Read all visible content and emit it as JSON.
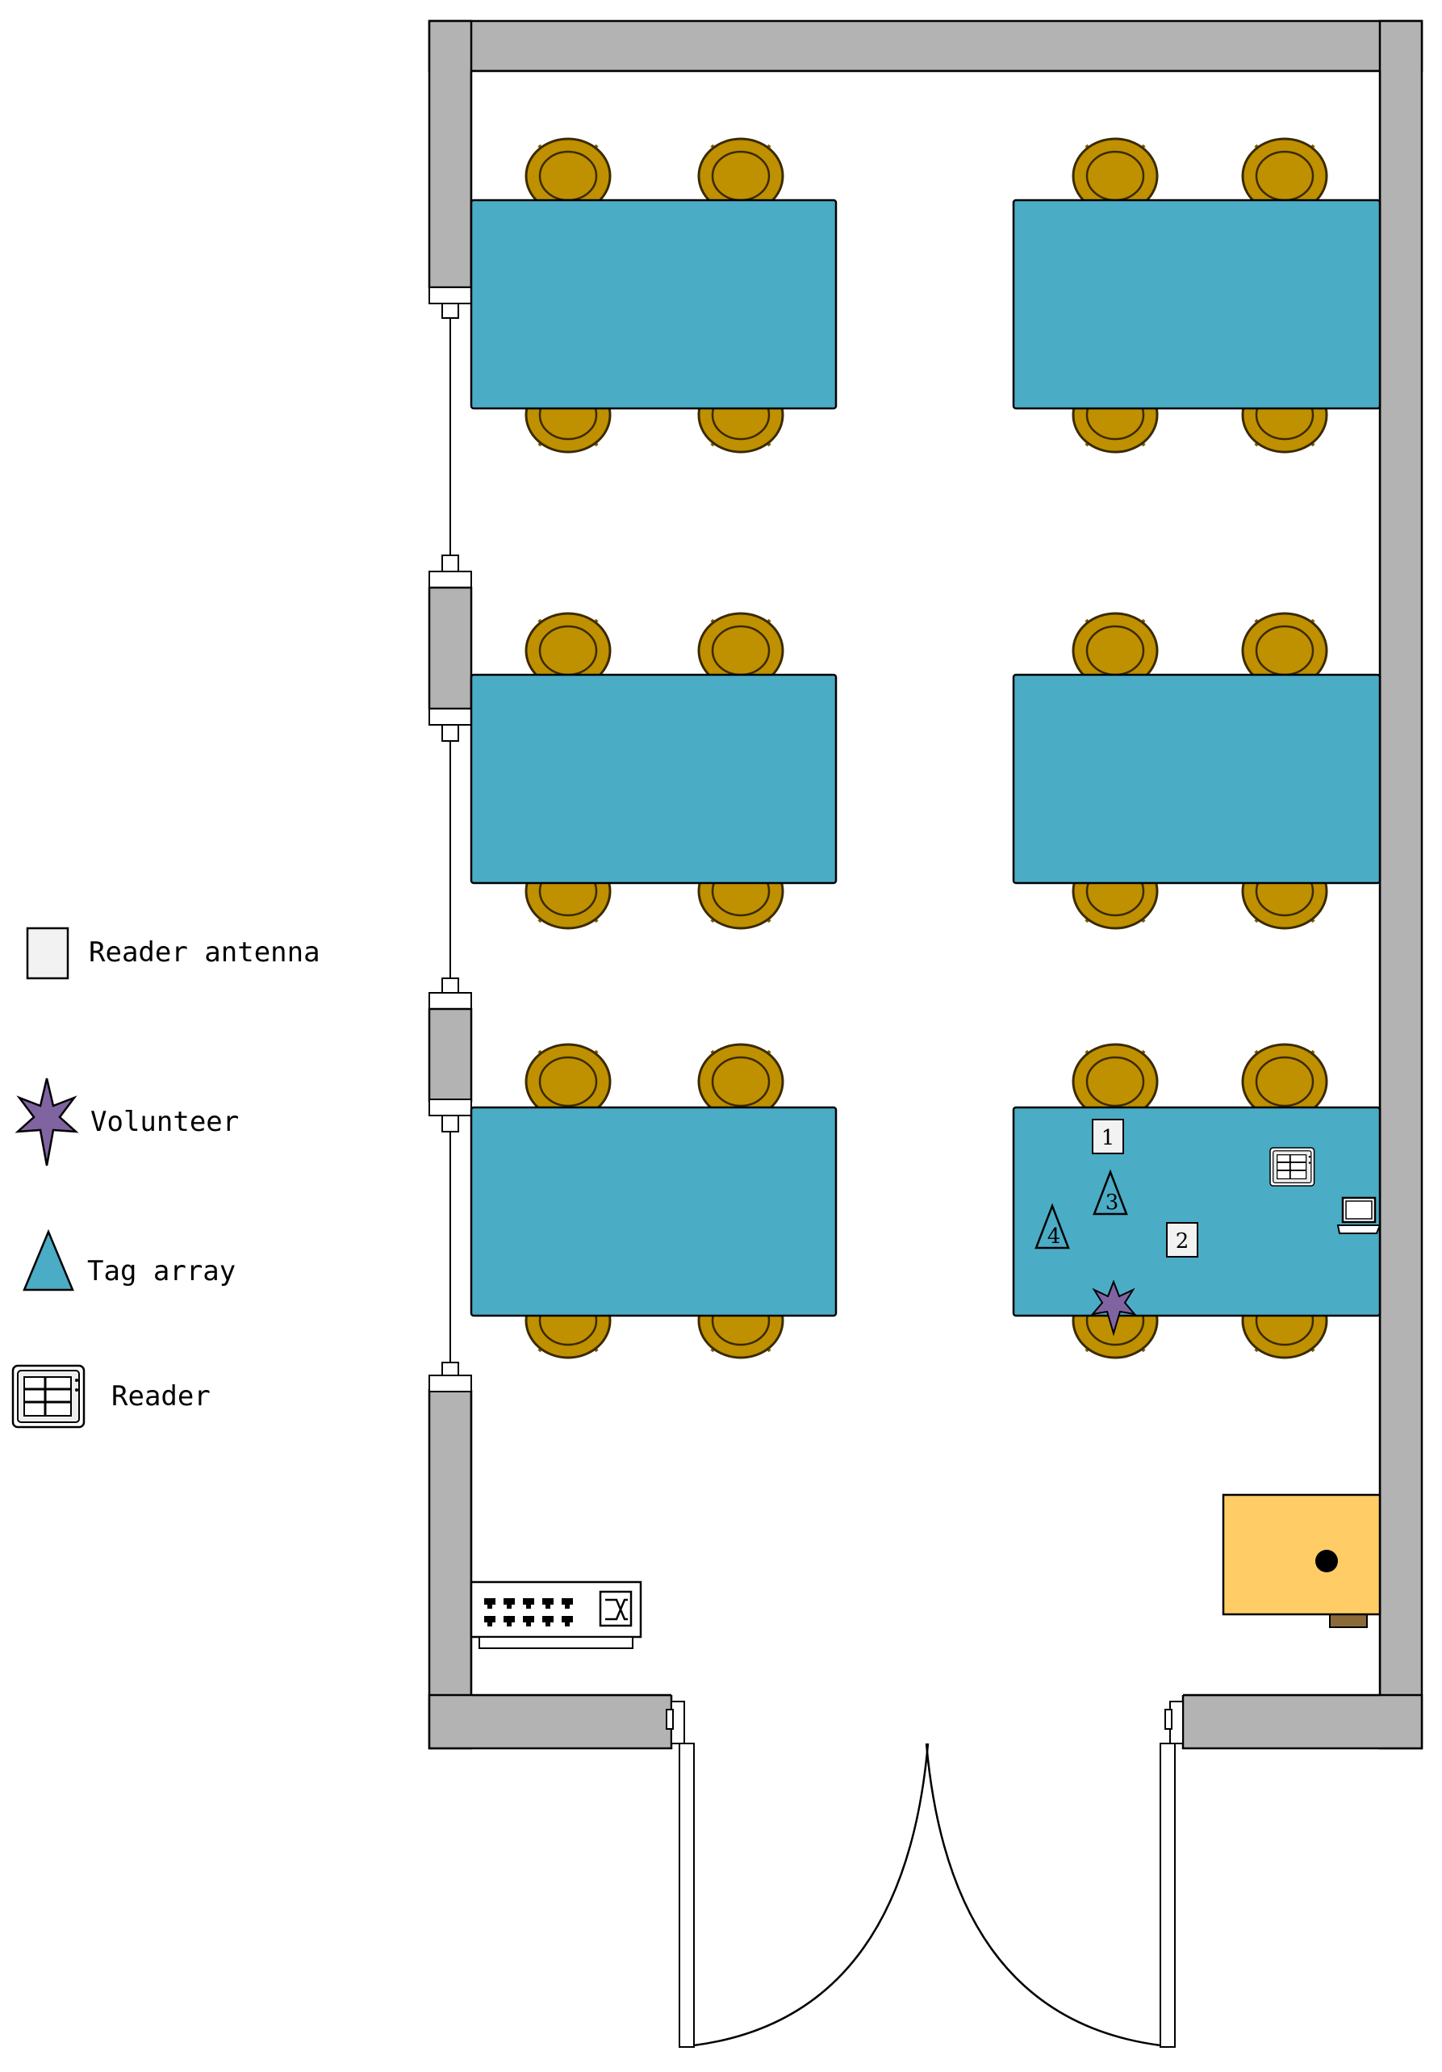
{
  "legend": {
    "antenna_label": "Reader antenna",
    "volunteer_label": "Volunteer",
    "tag_label": "Tag array",
    "reader_label": "Reader"
  },
  "markers": {
    "antenna_1": "1",
    "antenna_2": "2",
    "tag_3": "3",
    "tag_4": "4"
  },
  "colors": {
    "wall": "#b3b3b3",
    "table": "#4bacc6",
    "chair": "#bf9000",
    "chair_outline": "#7f6000",
    "volunteer": "#8064a2",
    "cabinet": "#ffc000",
    "cabinet_fill": "#ffcc66",
    "antenna": "#f2f2f2"
  },
  "icons": {
    "reader": "reader-icon",
    "laptop": "laptop-icon",
    "switch": "network-switch-icon",
    "cabinet": "cabinet-icon"
  }
}
